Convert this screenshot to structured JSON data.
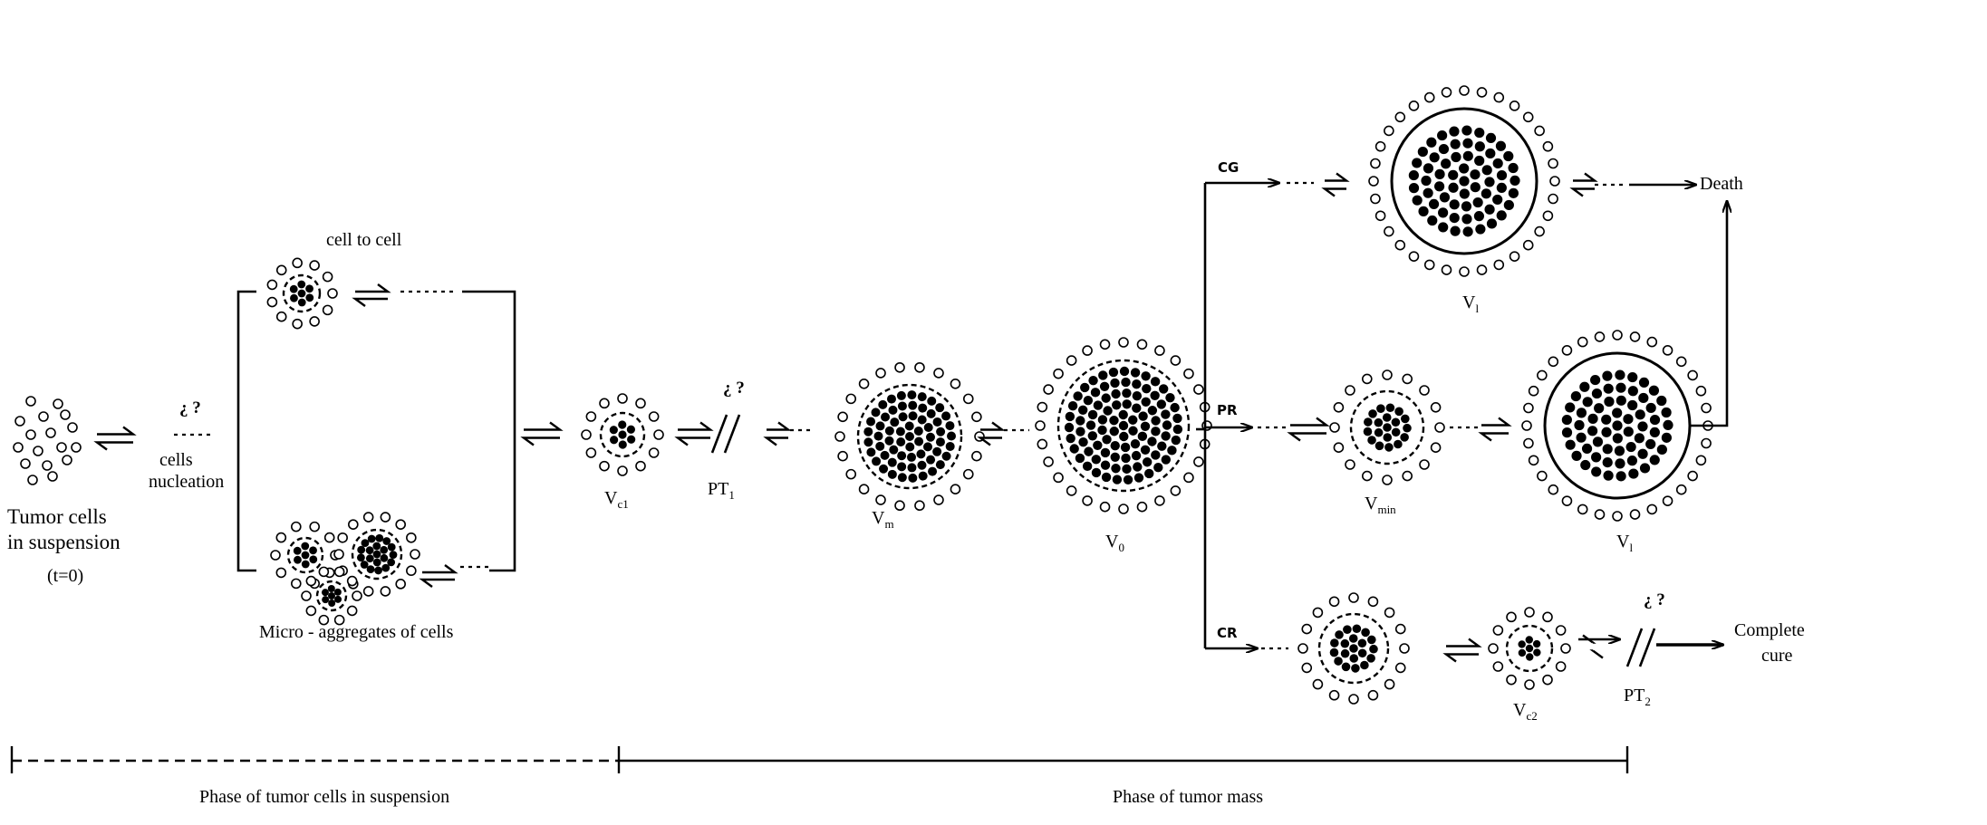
{
  "labels": {
    "tumor_cells_line1": "Tumor cells",
    "tumor_cells_line2": "in suspension",
    "t0": "(t=0)",
    "question1": "¿ ?",
    "cells": "cells",
    "nucleation": "nucleation",
    "cell_to_cell": "cell to cell",
    "micro_aggregates": "Micro - aggregates of cells",
    "vc1_main": "V",
    "vc1_sub": "c1",
    "question2": "¿ ?",
    "pt1_main": "PT",
    "pt1_sub": "1",
    "vm_main": "V",
    "vm_sub": "m",
    "v0_main": "V",
    "v0_sub": "0",
    "cg": "CG",
    "pr": "PR",
    "cr": "CR",
    "vl_top_main": "V",
    "vl_top_sub": "l",
    "vmin_main": "V",
    "vmin_sub": "min",
    "vl_mid_main": "V",
    "vl_mid_sub": "l",
    "vc2_main": "V",
    "vc2_sub": "c2",
    "question3": "¿ ?",
    "pt2_main": "PT",
    "pt2_sub": "2",
    "death": "Death",
    "complete": "Complete",
    "cure": "cure",
    "phase_suspension": "Phase of tumor cells in suspension",
    "phase_mass": "Phase of tumor mass"
  }
}
